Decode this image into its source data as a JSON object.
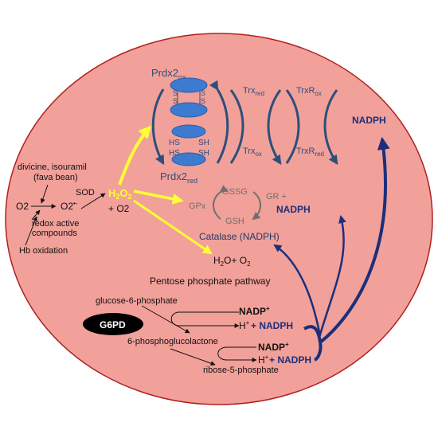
{
  "prdx2_ox": {
    "main": "Prdx2",
    "sub": "ox"
  },
  "prdx2_red": {
    "main": "Prdx2",
    "sub": "red"
  },
  "s_label": "S",
  "sh_label": "SH",
  "hs_label": "HS",
  "trx_red": {
    "main": "Trx",
    "sub": "red"
  },
  "trx_ox": {
    "main": "Trx",
    "sub": "ox"
  },
  "trxr_ox": {
    "main": "TrxR",
    "sub": "ox"
  },
  "trxr_red": {
    "main": "TrxR",
    "sub": "red"
  },
  "nadph_top": "NADPH",
  "divicine": "divicine, isouramil",
  "fava": "(fava bean)",
  "o2_left": "O2",
  "o2_radical": "O2",
  "radical_sup": "•-",
  "redox1": "redox active",
  "redox2": "compounds",
  "hb": "Hb oxidation",
  "sod": "SOD",
  "h2o2": {
    "main": "H",
    "sub1": "2",
    "mid": "O",
    "sub2": "2"
  },
  "plus_o2": "+ O2",
  "gpx": "GPx",
  "gssg": "GSSG",
  "gsh": "GSH",
  "gr_plus": "GR +",
  "nadph_gr": "NADPH",
  "catalase": "Catalase (NADPH)",
  "h2o_o2": {
    "h": "H",
    "sub": "2",
    "rest": "O+ O",
    "sub2": "2"
  },
  "ppp_title": "Pentose phosphate pathway",
  "g6p": "glucose-6-phosphate",
  "g6pd": "G6PD",
  "nadp1": "NADP",
  "plus_sup": "+",
  "h_nadph1": "H",
  "nadph1": "+ NADPH",
  "pgl": "6-phosphoglucolactone",
  "nadp2": "NADP",
  "h_nadph2": "H",
  "nadph2": "+ NADPH",
  "r5p": "ribose-5-phosphate",
  "colors": {
    "cell_fill": "#f2a09a",
    "cell_stroke": "#b02020",
    "navy": "#1c2f7a",
    "steel": "#2d4f7a",
    "ellipse_blue": "#3d7bd1",
    "yellow": "#ffff33",
    "grey": "#707070"
  }
}
